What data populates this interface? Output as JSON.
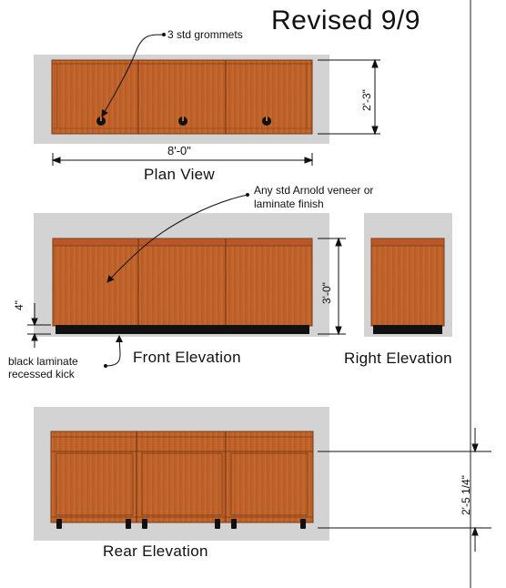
{
  "title": "Revised 9/9",
  "views": {
    "plan": "Plan View",
    "front": "Front Elevation",
    "right": "Right Elevation",
    "rear": "Rear Elevation"
  },
  "notes": {
    "grommets": "3 std grommets",
    "finish_line1": "Any std Arnold veneer or",
    "finish_line2": "laminate finish",
    "kick_line1": "black laminate",
    "kick_line2": "recessed kick"
  },
  "dimensions": {
    "plan_width": "8'-0\"",
    "plan_depth": "2'-3\"",
    "front_height": "3'-0\"",
    "kick_height": "4\"",
    "rear_height": "2'-5 1/4\""
  },
  "colors": {
    "wood": "#c0642a",
    "wood_dark": "#9a4a1c",
    "backdrop": "#d3d3d3",
    "kick": "#111111"
  }
}
